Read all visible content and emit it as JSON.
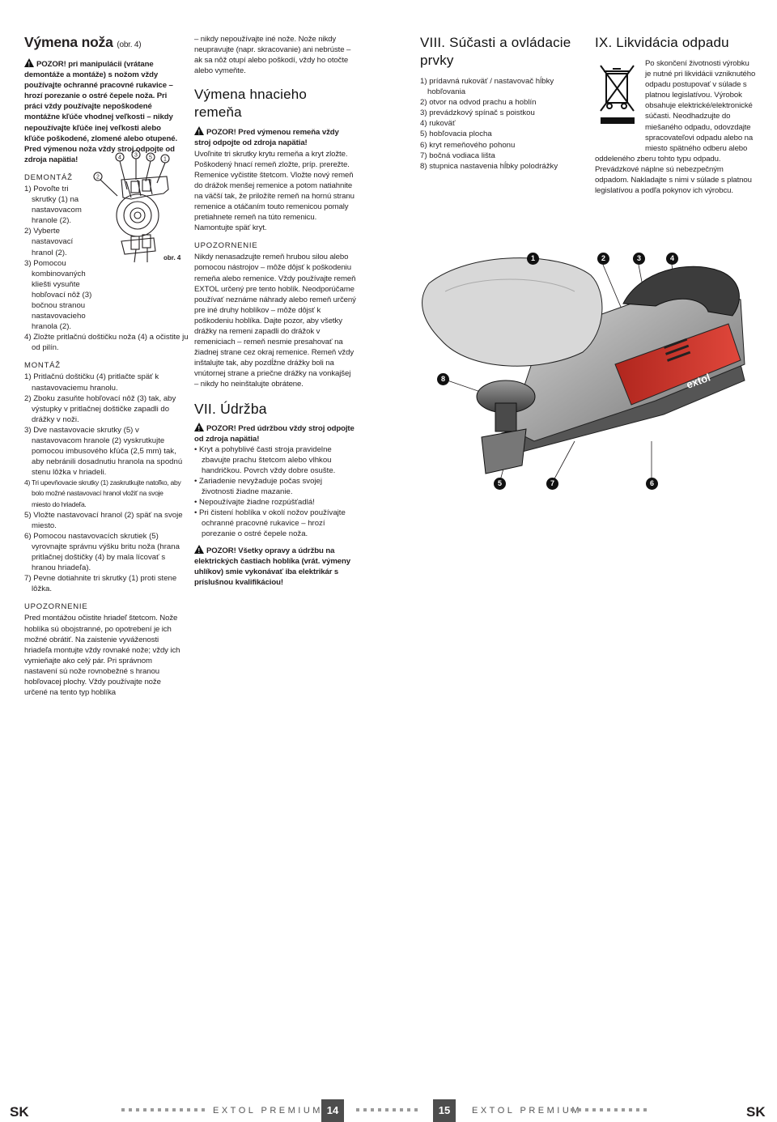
{
  "col1": {
    "title": "Výmena noža",
    "title_suffix": "(obr. 4)",
    "warn_label": "POZOR!",
    "warn_text": " pri manipulácii (vrátane demontáže a montáže) s nožom vždy používajte ochranné pracovné rukavice – hrozí porezanie o ostré čepele noža. Pri práci vždy používajte nepoškodené montážne kľúče vhodnej veľkosti – nikdy nepoužívajte kľúče inej veľkosti alebo kľúče poškodené, zlomené alebo otupené.",
    "note": "Pred výmenou noža vždy stroj odpojte od zdroja napätia!",
    "demontaz_title": "DEMONTÁŽ",
    "demontaz": [
      "1) Povoľte tri skrutky (1) na nastavovacom hranole (2).",
      "2) Vyberte nastavovací hranol (2).",
      "3) Pomocou kombinovaných kliešti vysuňte hobľovací nôž (3) bočnou stranou nastavovacieho hranola (2).",
      "4) Zložte pritlačnú doštičku noža (4) a očistite ju od pilín."
    ],
    "fig_label": "obr. 4",
    "fig_numbers": [
      "4",
      "3",
      "5",
      "1",
      "2"
    ],
    "montaz_title": "MONTÁŽ",
    "montaz": [
      "1) Pritlačnú doštičku (4) pritlačte späť k nastavovaciemu hranolu.",
      "2) Zboku zasuňte hobľovací nôž (3) tak, aby výstupky v pritlačnej doštičke zapadli do drážky v noži.",
      "3) Dve nastavovacie skrutky (5) v nastavovacom hranole (2) vyskrutkujte pomocou imbusového kľúča (2,5 mm) tak, aby nebránili dosadnutiu hranola na spodnú stenu lôžka v hriadeli.",
      "4) Tri upevňovacie skrutky (1) zaskrutkujte natoľko, aby bolo možné nastavovací hranol vložiť na svoje miesto do hriadeľa.",
      "5) Vložte nastavovací hranol (2) späť na svoje miesto.",
      "6) Pomocou nastavovacích skrutiek (5) vyrovnajte správnu výšku britu noža (hrana pritlačnej doštičky (4) by mala lícovať s hranou hriadeľa).",
      "7) Pevne dotiahnite tri skrutky (1) proti stene lôžka."
    ],
    "upozornenie_title": "UPOZORNENIE",
    "upozornenie": "Pred montážou očistite hriadeľ štetcom. Nože hoblíka sú obojstranné, po opotrebení je ich možné obrátiť. Na zaistenie vyváženosti hriadeľa montujte vždy rovnaké nože; vždy ich vymieňajte ako celý pár. Pri správnom nastavení sú nože rovnobežné s hranou hobľovacej plochy. Vždy používajte nože určené na tento typ hoblíka"
  },
  "col2": {
    "intro": "– nikdy nepoužívajte iné nože. Nože nikdy neupravujte (napr. skracovanie) ani nebrúste – ak sa nôž otupí alebo poškodí, vždy ho otočte alebo vymeňte.",
    "title": "Výmena hnacieho remeňa",
    "warn_label": "POZOR!",
    "warn_text": " Pred výmenou remeňa vždy stroj odpojte od zdroja napätia!",
    "body": "Uvoľnite tri skrutky krytu remeňa a kryt zložte. Poškodený hnací remeň zložte, príp. prerežte. Remenice vyčistite štetcom. Vložte nový remeň do drážok menšej remenice a potom natiahnite na väčší tak, že priložíte remeň na hornú stranu remenice a otáčaním touto remenicou pomaly pretiahnete remeň na túto remenicu. Namontujte späť kryt.",
    "upoz_title": "UPOZORNENIE",
    "upoz_body": "Nikdy nenasadzujte remeň hrubou silou alebo pomocou nástrojov – môže dôjsť k poškodeniu remeňa alebo remenice. Vždy používajte remeň EXTOL určený pre tento hoblík. Neodporúčame používať neznáme náhrady alebo remeň určený pre iné druhy hoblíkov – môže dôjsť k poškodeniu hoblíka. Dajte pozor, aby všetky drážky na remeni zapadli do drážok v remeniciach – remeň nesmie presahovať na žiadnej strane cez okraj remenice. Remeň vždy inštalujte tak, aby pozdĺžne drážky boli na vnútornej strane a priečne drážky na vonkajšej – nikdy ho neinštalujte obrátene.",
    "udrzba_title": "VII. Údržba",
    "udrzba_warn_label": "POZOR!",
    "udrzba_warn_text": " Pred údržbou vždy stroj odpojte od zdroja napätia!",
    "bullets": [
      "Kryt a pohyblivé časti stroja pravidelne zbavujte prachu štetcom alebo vlhkou handričkou. Povrch vždy dobre osušte.",
      "Zariadenie nevyžaduje počas svojej životnosti žiadne mazanie.",
      "Nepoužívajte žiadne rozpúšťadlá!",
      "Pri čistení hoblíka v okolí nožov používajte ochranné pracovné rukavice – hrozí porezanie o ostré čepele noža."
    ],
    "final_warn_label": "POZOR!",
    "final_warn_text": " Všetky opravy a údržbu na elektrických častiach hoblíka (vrát. výmeny uhlíkov) smie vykonávať iba elektrikár s príslušnou kvalifikáciou!"
  },
  "col3": {
    "title": "VIII. Súčasti a ovládacie prvky",
    "items": [
      "1) prídavná rukoväť / nastavovač hĺbky hobľovania",
      "2) otvor na odvod prachu a hoblín",
      "3) prevádzkový spínač s poistkou",
      "4) rukoväť",
      "5) hobľovacia plocha",
      "6) kryt remeňového pohonu",
      "7) bočná vodiaca lišta",
      "8) stupnica nastavenia hĺbky polodrážky"
    ],
    "callouts": [
      "1",
      "2",
      "3",
      "4",
      "8",
      "5",
      "7",
      "6"
    ],
    "brand_on_tool": "extol"
  },
  "col4": {
    "title": "IX. Likvidácia odpadu",
    "body_indent": "Po skončení životnosti výrobku je nutné pri likvidácii vzniknutého odpadu postupovať v súlade s platnou legislatívou. Výrobok obsahuje elektrické/elektronické súčasti. Neodhadzujte do miešaného odpadu, odovzdajte spracovateľovi odpadu alebo na miesto spätného odberu alebo oddeleného zberu tohto typu odpadu. Prevádzkové náplne sú nebezpečným odpadom. Nakladajte s nimi v súlade s platnou legislatívou a podľa pokynov ich výrobcu."
  },
  "footer": {
    "left_lang": "SK",
    "right_lang": "SK",
    "brand_left": "EXTOL PREMIUM",
    "brand_right": "EXTOL PREMIUM",
    "page_left": "14",
    "page_right": "15"
  }
}
